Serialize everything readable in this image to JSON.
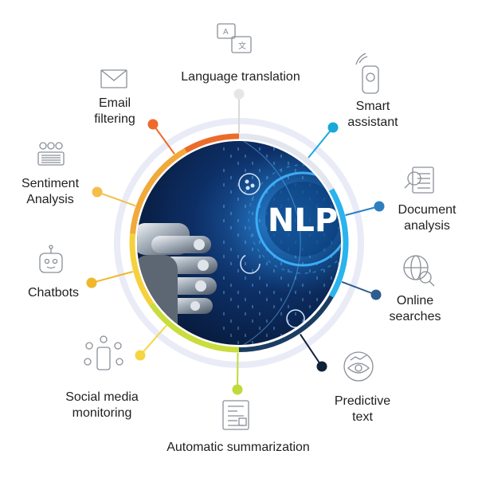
{
  "center": {
    "title": "NLP"
  },
  "items": [
    {
      "id": "language-translation",
      "label": "Language translation",
      "icon": "translation-icon",
      "color": "#e6e6e6"
    },
    {
      "id": "smart-assistant",
      "label": "Smart\nassistant",
      "icon": "smart-speaker-icon",
      "color": "#19a9d8"
    },
    {
      "id": "document-analysis",
      "label": "Document\nanalysis",
      "icon": "document-search-icon",
      "color": "#2d7fc0"
    },
    {
      "id": "online-searches",
      "label": "Online\nsearches",
      "icon": "globe-search-icon",
      "color": "#2e5d8f"
    },
    {
      "id": "predictive-text",
      "label": "Predictive\ntext",
      "icon": "eye-chart-icon",
      "color": "#0f2236"
    },
    {
      "id": "automatic-summarization",
      "label": "Automatic summarization",
      "icon": "summary-document-icon",
      "color": "#c2d93a"
    },
    {
      "id": "social-media-monitoring",
      "label": "Social media\nmonitoring",
      "icon": "phone-social-icon",
      "color": "#f5d542"
    },
    {
      "id": "chatbots",
      "label": "Chatbots",
      "icon": "robot-chat-icon",
      "color": "#f0b72a"
    },
    {
      "id": "sentiment-analysis",
      "label": "Sentiment\nAnalysis",
      "icon": "emotion-keyboard-icon",
      "color": "#f4bf49"
    },
    {
      "id": "email-filtering",
      "label": "Email\nfiltering",
      "icon": "envelope-icon",
      "color": "#ee6a2c"
    }
  ]
}
